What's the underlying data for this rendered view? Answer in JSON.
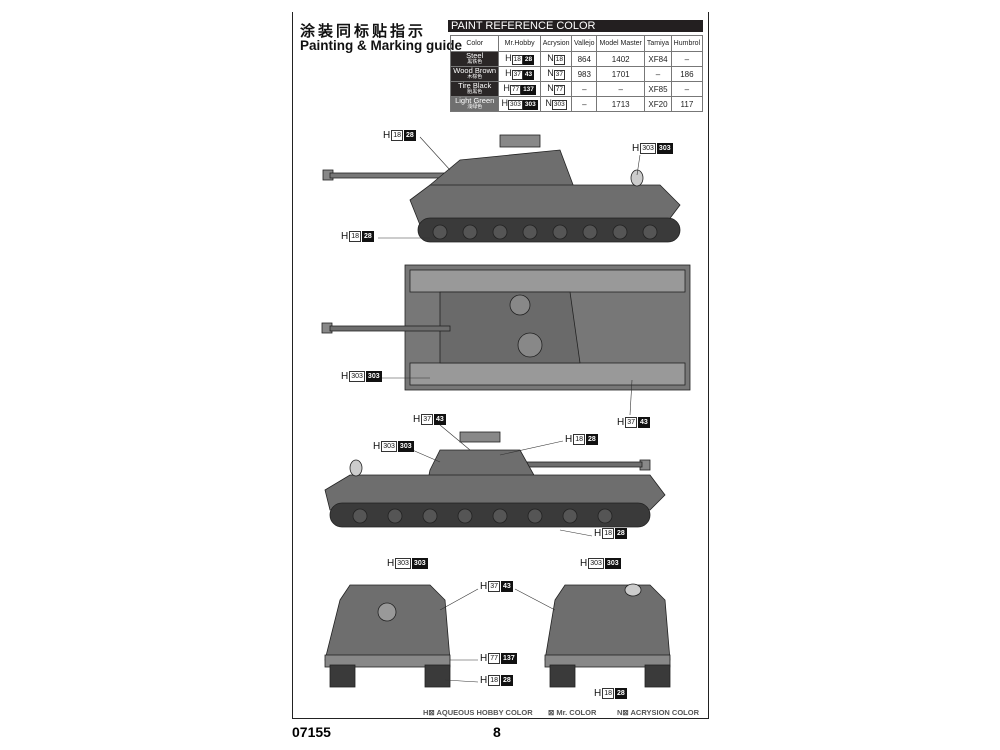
{
  "header": {
    "title_cn": "涂装同标贴指示",
    "title_en": "Painting & Marking guide"
  },
  "paint_table": {
    "title": "PAINT REFERENCE COLOR",
    "columns": [
      "Color",
      "Mr.Hobby",
      "Acrysion",
      "Vallejo",
      "Model Master",
      "Tamiya",
      "Humbrol"
    ],
    "rows": [
      {
        "name": "Steel",
        "name_cn": "黑铁色",
        "h1": "18",
        "h2": "28",
        "n": "18",
        "vallejo": "864",
        "model_master": "1402",
        "tamiya": "XF84",
        "humbrol": "–"
      },
      {
        "name": "Wood Brown",
        "name_cn": "木棕色",
        "h1": "37",
        "h2": "43",
        "n": "37",
        "vallejo": "983",
        "model_master": "1701",
        "tamiya": "–",
        "humbrol": "186"
      },
      {
        "name": "Tire Black",
        "name_cn": "胎黑色",
        "h1": "77",
        "h2": "137",
        "n": "77",
        "vallejo": "–",
        "model_master": "–",
        "tamiya": "XF85",
        "humbrol": "–"
      },
      {
        "name": "Light Green",
        "name_cn": "浅绿色",
        "h1": "303",
        "h2": "303",
        "n": "303",
        "vallejo": "–",
        "model_master": "1713",
        "tamiya": "XF20",
        "humbrol": "117"
      }
    ]
  },
  "callouts": [
    {
      "p": "H",
      "a": "18",
      "b": "28"
    },
    {
      "p": "H",
      "a": "303",
      "b": "303"
    },
    {
      "p": "H",
      "a": "18",
      "b": "28"
    },
    {
      "p": "H",
      "a": "303",
      "b": "303"
    },
    {
      "p": "H",
      "a": "37",
      "b": "43"
    },
    {
      "p": "H",
      "a": "37",
      "b": "43"
    },
    {
      "p": "H",
      "a": "303",
      "b": "303"
    },
    {
      "p": "H",
      "a": "18",
      "b": "28"
    },
    {
      "p": "H",
      "a": "18",
      "b": "28"
    },
    {
      "p": "H",
      "a": "303",
      "b": "303"
    },
    {
      "p": "H",
      "a": "303",
      "b": "303"
    },
    {
      "p": "H",
      "a": "37",
      "b": "43"
    },
    {
      "p": "H",
      "a": "77",
      "b": "137"
    },
    {
      "p": "H",
      "a": "18",
      "b": "28"
    },
    {
      "p": "H",
      "a": "18",
      "b": "28"
    }
  ],
  "legend": {
    "h": "H⊠ AQUEOUS HOBBY COLOR",
    "c": "⊠ Mr. COLOR",
    "n": "N⊠ ACRYSION COLOR"
  },
  "footer": {
    "code": "07155",
    "page": "8"
  }
}
